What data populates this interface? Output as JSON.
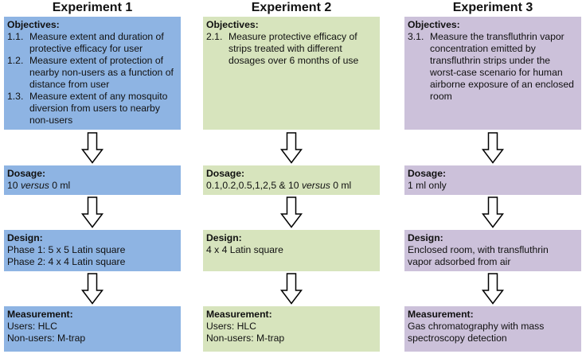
{
  "colors": {
    "exp1": "#8eb4e3",
    "exp2": "#d7e4bd",
    "exp3": "#ccc1da"
  },
  "experiments": [
    {
      "title": "Experiment 1",
      "objectives_label": "Objectives:",
      "objectives": [
        {
          "num": "1.1.",
          "text": "Measure extent and duration of protective efficacy for user"
        },
        {
          "num": "1.2.",
          "text": "Measure extent of protection of nearby non-users as a function of distance from user"
        },
        {
          "num": "1.3.",
          "text": "Measure extent of any mosquito diversion from users to nearby non-users"
        }
      ],
      "dosage_label": "Dosage:",
      "dosage_pre": "10 ",
      "dosage_versus": "versus",
      "dosage_post": " 0 ml",
      "design_label": "Design:",
      "design_lines": [
        "Phase 1: 5 x 5 Latin square",
        "Phase 2: 4 x 4 Latin square"
      ],
      "measurement_label": "Measurement:",
      "measurement_lines": [
        "Users: HLC",
        "Non-users: M-trap"
      ]
    },
    {
      "title": "Experiment 2",
      "objectives_label": "Objectives:",
      "objectives": [
        {
          "num": "2.1.",
          "text": "Measure protective efficacy of strips treated with different dosages over 6 months of use"
        }
      ],
      "dosage_label": "Dosage:",
      "dosage_pre": "0.1,0.2,0.5,1,2,5 & 10 ",
      "dosage_versus": "versus",
      "dosage_post": " 0 ml",
      "design_label": "Design:",
      "design_lines": [
        "4 x 4 Latin square"
      ],
      "measurement_label": "Measurement:",
      "measurement_lines": [
        "Users: HLC",
        "Non-users: M-trap"
      ]
    },
    {
      "title": "Experiment 3",
      "objectives_label": "Objectives:",
      "objectives": [
        {
          "num": "3.1.",
          "text": "Measure the transfluthrin vapor concentration emitted by transfluthrin strips under the worst-case scenario for human airborne exposure of an enclosed room"
        }
      ],
      "dosage_label": "Dosage:",
      "dosage_text": "1 ml only",
      "design_label": "Design:",
      "design_lines": [
        "Enclosed room, with transfluthrin",
        "vapor adsorbed from air"
      ],
      "measurement_label": "Measurement:",
      "measurement_lines": [
        "Gas chromatography with mass",
        "spectroscopy detection"
      ]
    }
  ]
}
